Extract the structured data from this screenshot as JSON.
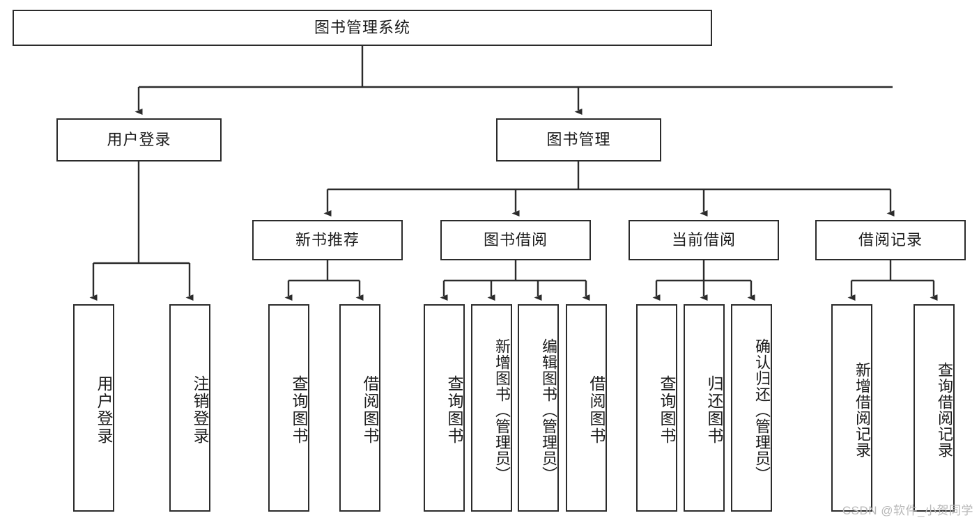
{
  "diagram": {
    "title": "图书管理系统",
    "type": "tree-hierarchy",
    "watermark": "CSDN @软件_小贺同学",
    "colors": {
      "stroke": "#2b2b2b",
      "fill": "#ffffff",
      "text": "#1c1c1c",
      "watermark": "#b9b9b9"
    },
    "nodes": {
      "root": {
        "label": "图书管理系统"
      },
      "level2": [
        {
          "id": "user-login",
          "label": "用户登录"
        },
        {
          "id": "book-manage",
          "label": "图书管理"
        }
      ],
      "level3": [
        {
          "id": "new-book-recommend",
          "label": "新书推荐"
        },
        {
          "id": "book-borrow",
          "label": "图书借阅"
        },
        {
          "id": "current-borrow",
          "label": "当前借阅"
        },
        {
          "id": "borrow-record",
          "label": "借阅记录"
        }
      ],
      "leaves": {
        "user-login": [
          {
            "id": "leaf-user-login",
            "label": "用户登录"
          },
          {
            "id": "leaf-logout-login",
            "label": "注销登录"
          }
        ],
        "new-book-recommend": [
          {
            "id": "leaf-query-book-1",
            "label": "查询图书"
          },
          {
            "id": "leaf-borrow-book-1",
            "label": "借阅图书"
          }
        ],
        "book-borrow": [
          {
            "id": "leaf-query-book-2",
            "label": "查询图书"
          },
          {
            "id": "leaf-add-book",
            "label": "新增图书（管理员）"
          },
          {
            "id": "leaf-edit-book",
            "label": "编辑图书（管理员）"
          },
          {
            "id": "leaf-borrow-book-2",
            "label": "借阅图书"
          }
        ],
        "current-borrow": [
          {
            "id": "leaf-query-book-3",
            "label": "查询图书"
          },
          {
            "id": "leaf-return-book",
            "label": "归还图书"
          },
          {
            "id": "leaf-confirm-return",
            "label": "确认归还（管理员）"
          }
        ],
        "borrow-record": [
          {
            "id": "leaf-add-record",
            "label": "新增借阅记录"
          },
          {
            "id": "leaf-query-record",
            "label": "查询借阅记录"
          }
        ]
      }
    }
  }
}
